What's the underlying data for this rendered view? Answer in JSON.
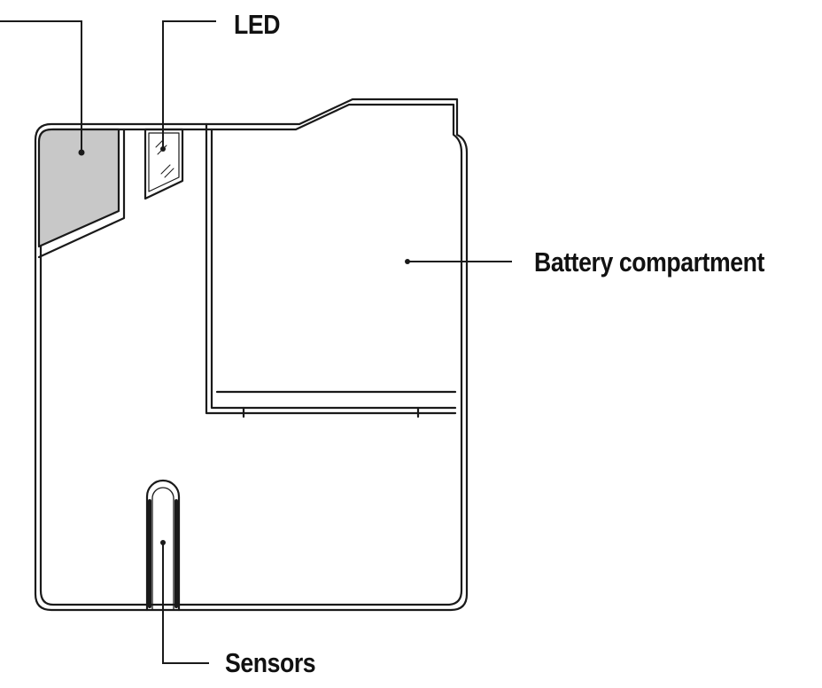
{
  "labels": {
    "led": "LED",
    "battery_compartment": "Battery compartment",
    "sensors": "Sensors"
  },
  "colors": {
    "outline": "#1a1a1a",
    "shaded_panel": "#c8c8c8",
    "background": "#ffffff"
  }
}
